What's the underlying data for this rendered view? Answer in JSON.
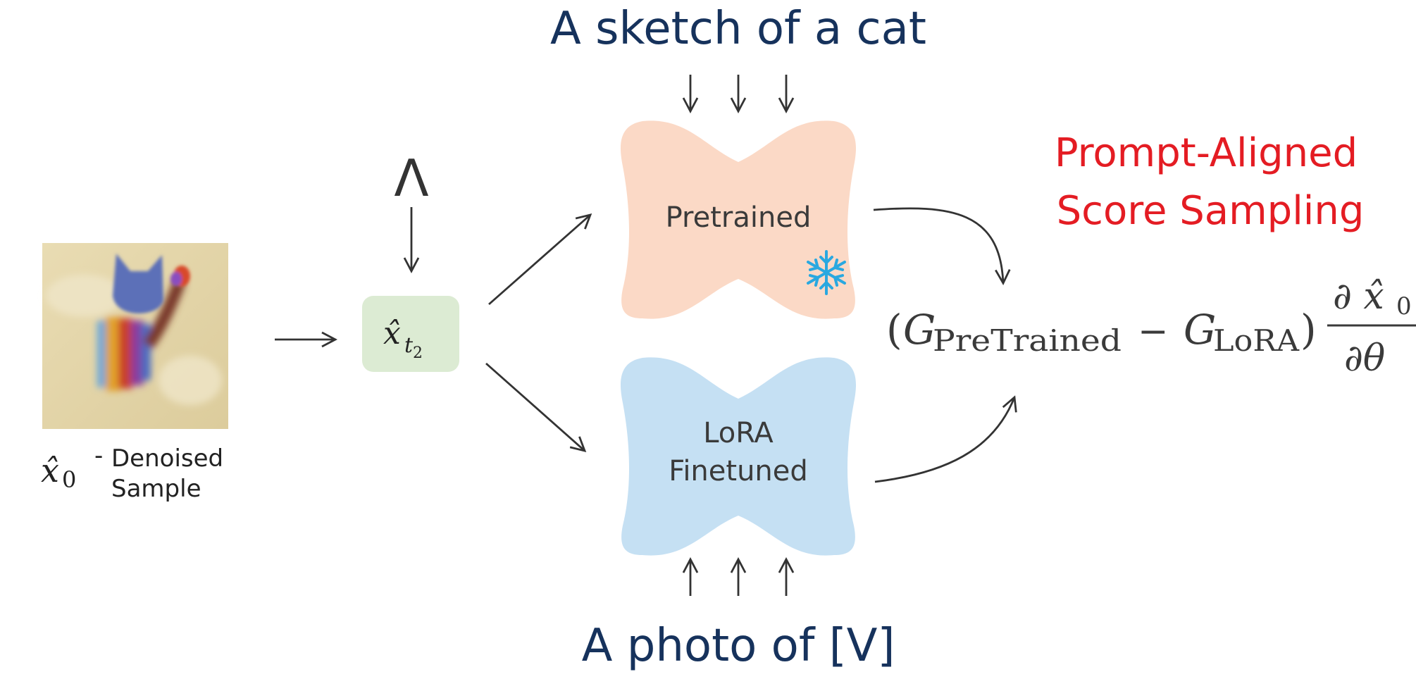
{
  "prompt_top": "A sketch of a cat",
  "prompt_bottom": "A photo of [V]",
  "noise_symbol": "Λ",
  "latent_label": {
    "base": "x̂",
    "sub": "t",
    "subsub": "2"
  },
  "sample_label": {
    "symbol": "x̂",
    "subscript": "0",
    "dash": "-",
    "line1": "Denoised",
    "line2": "Sample"
  },
  "pretrained_label": "Pretrained",
  "lora_label_line1": "LoRA",
  "lora_label_line2": "Finetuned",
  "method_title_line1": "Prompt-Aligned",
  "method_title_line2": "Score Sampling",
  "formula": {
    "open_paren": "(",
    "g": "G",
    "pretrained_sub": "PreTrained",
    "minus": "−",
    "lora_sub": "LoRA",
    "close_paren": ")",
    "numerator": "∂ x̂",
    "numerator_sub": "0",
    "denominator": "∂θ"
  },
  "colors": {
    "prompt_text": "#16325c",
    "pretrained_fill": "#fbd9c6",
    "lora_fill": "#c5e0f3",
    "latent_fill": "#dcebd3",
    "title_red": "#e41c23",
    "snowflake": "#29a8e0",
    "arrow": "#333333",
    "body_text": "#3a3a3a"
  }
}
